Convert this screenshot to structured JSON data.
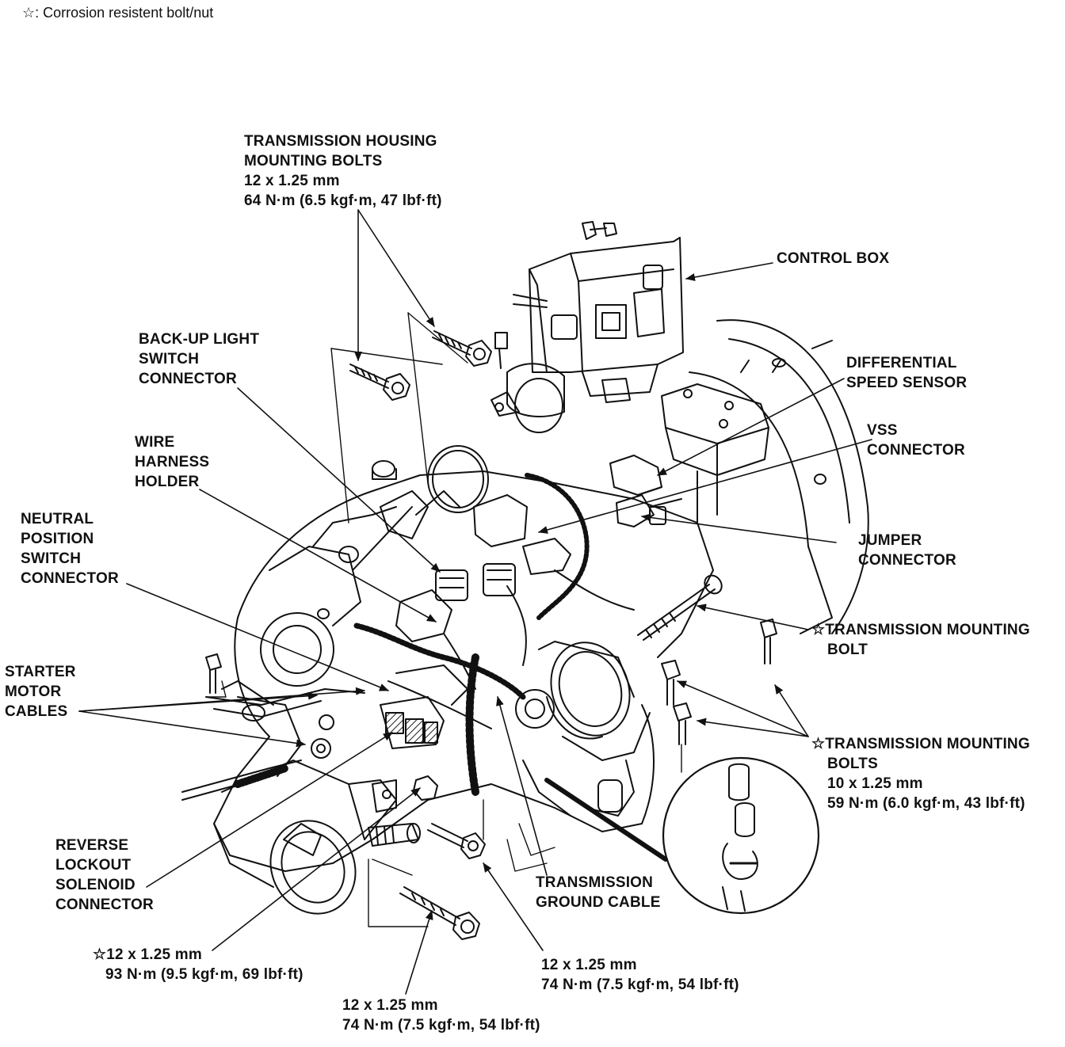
{
  "legend": {
    "symbol": "☆",
    "text": ": Corrosion resistent bolt/nut"
  },
  "labels": {
    "housing_bolts": [
      "TRANSMISSION HOUSING",
      "MOUNTING BOLTS",
      "12 x 1.25 mm",
      "64 N·m (6.5 kgf·m, 47 lbf·ft)"
    ],
    "control_box": [
      "CONTROL BOX"
    ],
    "backup_light": [
      "BACK-UP LIGHT",
      "SWITCH",
      "CONNECTOR"
    ],
    "diff_speed": [
      "DIFFERENTIAL",
      "SPEED SENSOR"
    ],
    "vss": [
      "VSS",
      "CONNECTOR"
    ],
    "wire_harness": [
      "WIRE",
      "HARNESS",
      "HOLDER"
    ],
    "neutral": [
      "NEUTRAL",
      "POSITION",
      "SWITCH",
      "CONNECTOR"
    ],
    "jumper": [
      "JUMPER",
      "CONNECTOR"
    ],
    "mount_bolt": [
      "☆TRANSMISSION MOUNTING",
      "BOLT"
    ],
    "starter": [
      "STARTER",
      "MOTOR",
      "CABLES"
    ],
    "mount_bolts": [
      "☆TRANSMISSION MOUNTING",
      "BOLTS",
      "10 x 1.25 mm",
      "59 N·m (6.0 kgf·m, 43 lbf·ft)"
    ],
    "reverse": [
      "REVERSE",
      "LOCKOUT",
      "SOLENOID",
      "CONNECTOR"
    ],
    "ground": [
      "TRANSMISSION",
      "GROUND CABLE"
    ],
    "bolt93": [
      "☆12 x 1.25 mm",
      "93 N·m (9.5 kgf·m, 69 lbf·ft)"
    ],
    "bolt74_right": [
      "12 x 1.25 mm",
      "74 N·m (7.5 kgf·m, 54 lbf·ft)"
    ],
    "bolt74_bottom": [
      "12 x 1.25 mm",
      "74 N·m (7.5 kgf·m, 54 lbf·ft)"
    ]
  }
}
